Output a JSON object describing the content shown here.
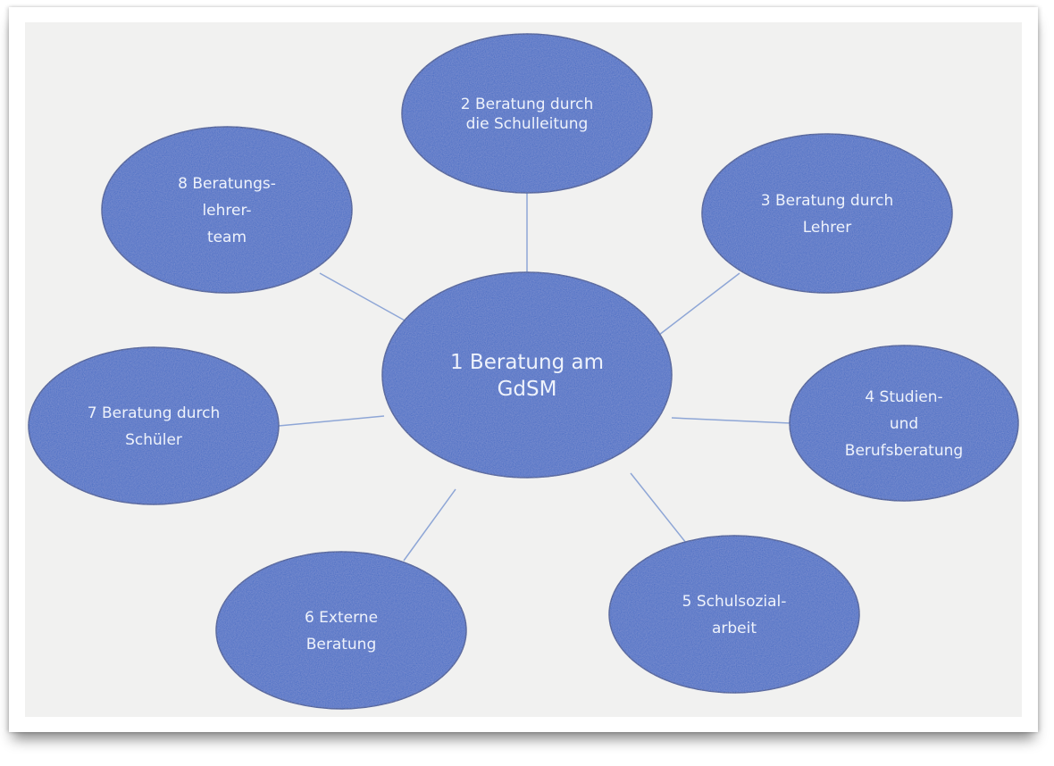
{
  "colors": {
    "node_fill": "#4169c4",
    "node_stroke": "#2a4a93",
    "connector": "#8ea6d6",
    "paper": "#f1f1f0"
  },
  "center": {
    "lines": [
      "1 Beratung am",
      "GdSM"
    ]
  },
  "nodes": [
    {
      "id": "2",
      "lines": [
        "2 Beratung durch",
        "die Schulleitung"
      ]
    },
    {
      "id": "3",
      "lines": [
        "3 Beratung durch",
        "Lehrer"
      ]
    },
    {
      "id": "4",
      "lines": [
        "4 Studien-",
        "und",
        "Berufsberatung"
      ]
    },
    {
      "id": "5",
      "lines": [
        "5 Schulsozial-",
        "arbeit"
      ]
    },
    {
      "id": "6",
      "lines": [
        "6 Externe",
        "Beratung"
      ]
    },
    {
      "id": "7",
      "lines": [
        "7 Beratung durch",
        "Schüler"
      ]
    },
    {
      "id": "8",
      "lines": [
        "8 Beratungs-",
        "lehrer-",
        "team"
      ]
    }
  ]
}
